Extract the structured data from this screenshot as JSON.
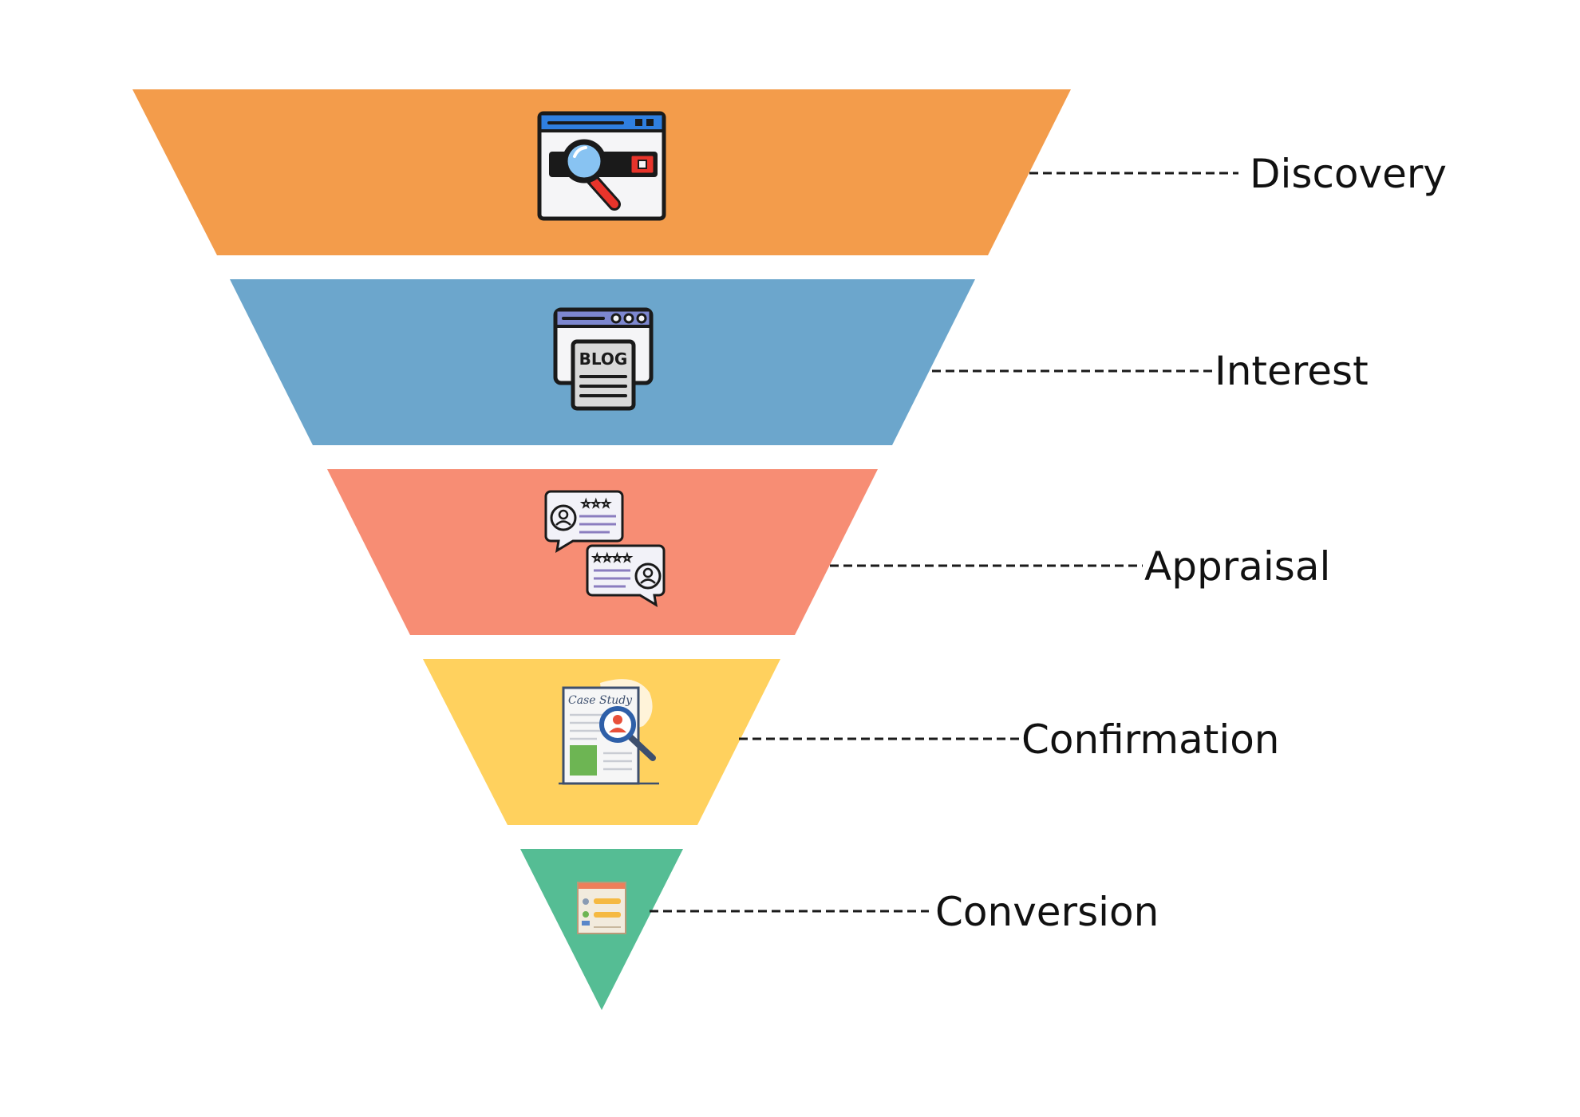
{
  "funnel": {
    "stages": [
      {
        "id": "discovery",
        "label": "Discovery",
        "color": "#F39C4B",
        "icon": "browser-search-icon"
      },
      {
        "id": "interest",
        "label": "Interest",
        "color": "#6CA6CC",
        "icon": "blog-icon"
      },
      {
        "id": "appraisal",
        "label": "Appraisal",
        "color": "#F78D74",
        "icon": "reviews-icon"
      },
      {
        "id": "confirmation",
        "label": "Confirmation",
        "color": "#FFD15E",
        "icon": "case-study-icon"
      },
      {
        "id": "conversion",
        "label": "Conversion",
        "color": "#55BD94",
        "icon": "signup-form-icon"
      }
    ],
    "icon_texts": {
      "blog": "BLOG",
      "case_study": "Case Study"
    }
  }
}
